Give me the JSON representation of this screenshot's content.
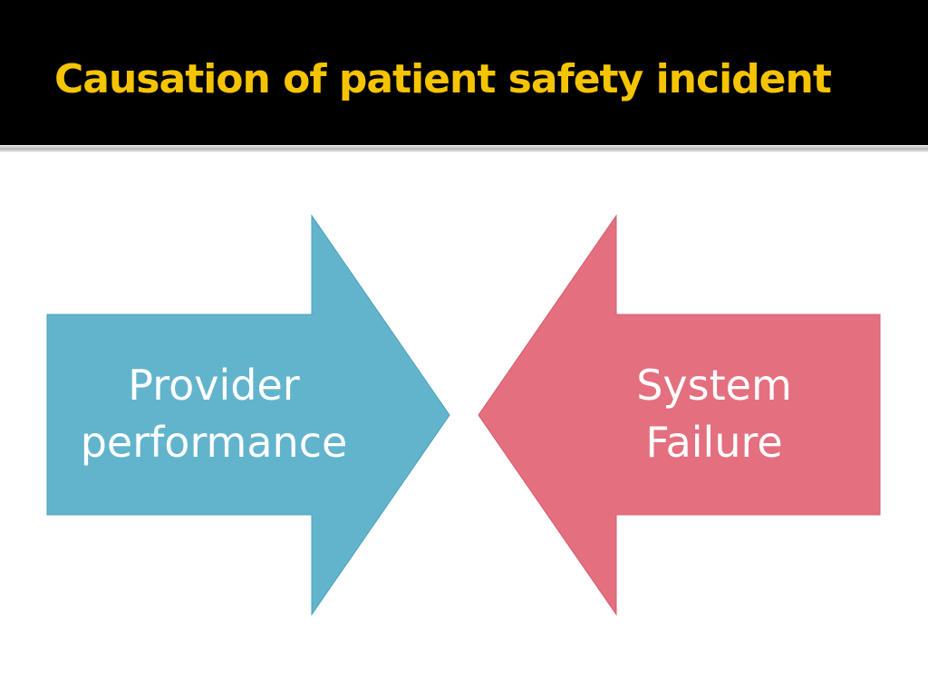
{
  "slide": {
    "title": "Causation of patient safety incident"
  },
  "colors": {
    "title_bar_background": "#000000",
    "title_text": "#F5C400",
    "slide_background": "#FFFFFF",
    "left_arrow_fill": "#62B4CC",
    "right_arrow_fill": "#E46F7F",
    "arrow_text": "#FFFFFF"
  },
  "diagram": {
    "left_arrow": {
      "direction": "right",
      "label_line_1": "Provider",
      "label_line_2": "performance"
    },
    "right_arrow": {
      "direction": "left",
      "label_line_1": "System",
      "label_line_2": "Failure"
    }
  }
}
